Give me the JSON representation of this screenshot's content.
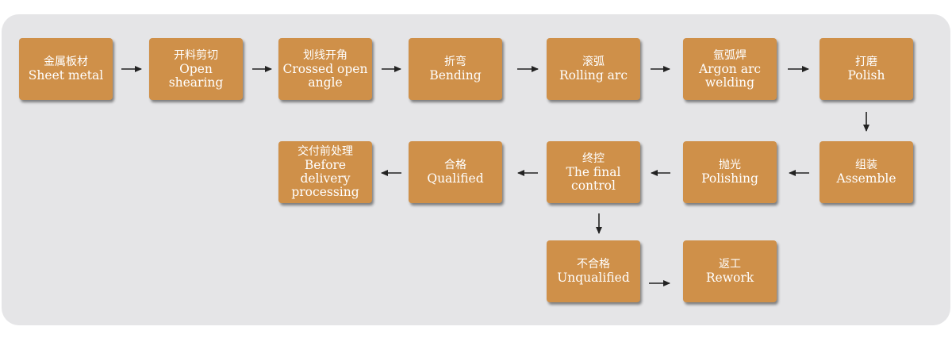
{
  "colors": {
    "panel": "#e5e5e7",
    "box": "#cf9049",
    "text": "#ffffff",
    "arrow": "#222222"
  },
  "steps": [
    {
      "zh": "金属板材",
      "en": "Sheet metal"
    },
    {
      "zh": "开料剪切",
      "en": "Open shearing"
    },
    {
      "zh": "划线开角",
      "en": "Crossed open angle"
    },
    {
      "zh": "折弯",
      "en": "Bending"
    },
    {
      "zh": "滚弧",
      "en": "Rolling arc"
    },
    {
      "zh": "氩弧焊",
      "en": "Argon arc welding"
    },
    {
      "zh": "打磨",
      "en": "Polish"
    },
    {
      "zh": "组装",
      "en": "Assemble"
    },
    {
      "zh": "抛光",
      "en": "Polishing"
    },
    {
      "zh": "终控",
      "en": "The final control"
    },
    {
      "zh": "合格",
      "en": "Qualified"
    },
    {
      "zh": "交付前处理",
      "en": "Before delivery processing"
    },
    {
      "zh": "不合格",
      "en": "Unqualified"
    },
    {
      "zh": "返工",
      "en": "Rework"
    }
  ]
}
